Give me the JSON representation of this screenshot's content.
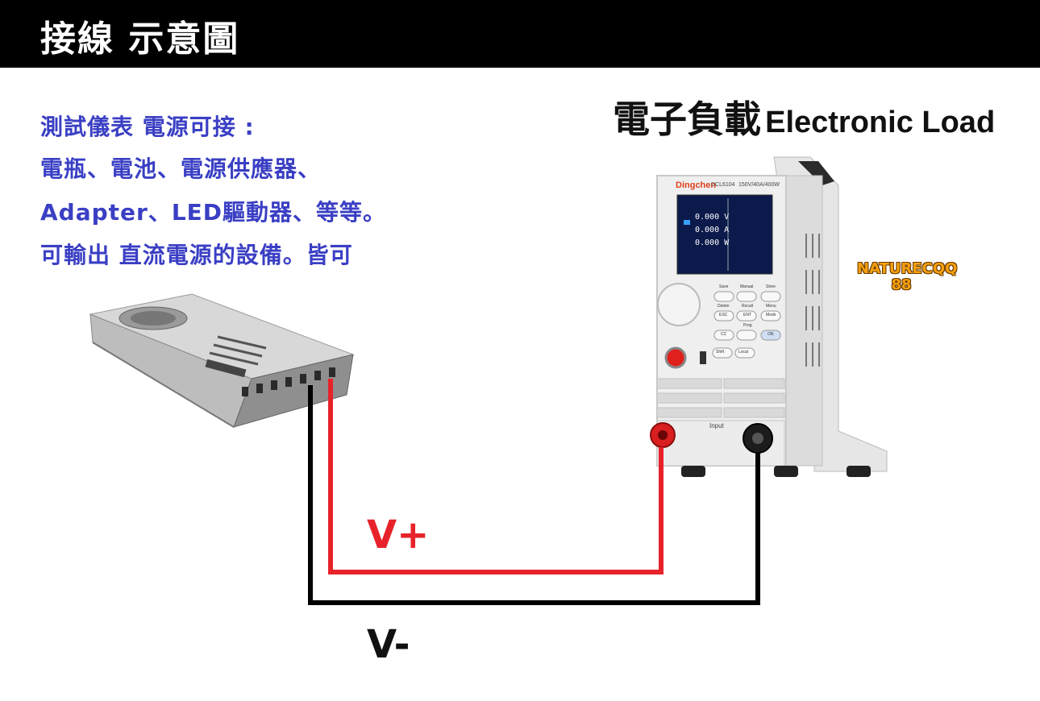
{
  "header": {
    "title": "接線 示意圖"
  },
  "description": {
    "lines": [
      "測試儀表 電源可接 :",
      "電瓶、電池、電源供應器、",
      "Adapter、LED驅動器、等等。",
      "可輸出 直流電源的設備。皆可"
    ]
  },
  "load": {
    "title_zh": "電子負載",
    "title_en": "Electronic Load"
  },
  "device": {
    "brand": "Dingchen",
    "model": "DCL6104",
    "spec": "150V/40A/400W",
    "screen": {
      "voltage": "0.000",
      "voltage_unit": "V",
      "current": "0.000",
      "current_unit": "A",
      "power": "0.000",
      "power_unit": "W"
    },
    "buttons": [
      "Save",
      "Manual",
      "Store",
      "Delete",
      "Recall",
      "Menu",
      "ESC",
      "ENT",
      "Mode",
      "CC",
      "Prog",
      "ON",
      "Shift",
      "Local"
    ],
    "input_label": "Input"
  },
  "wires": {
    "positive": "V+",
    "negative": "V-"
  },
  "watermark": {
    "line1": "NATURECQQ",
    "line2": "88"
  },
  "colors": {
    "positive_wire": "#e8222a",
    "negative_wire": "#000000",
    "description_text": "#3a3fc4",
    "header_bg": "#000000"
  }
}
